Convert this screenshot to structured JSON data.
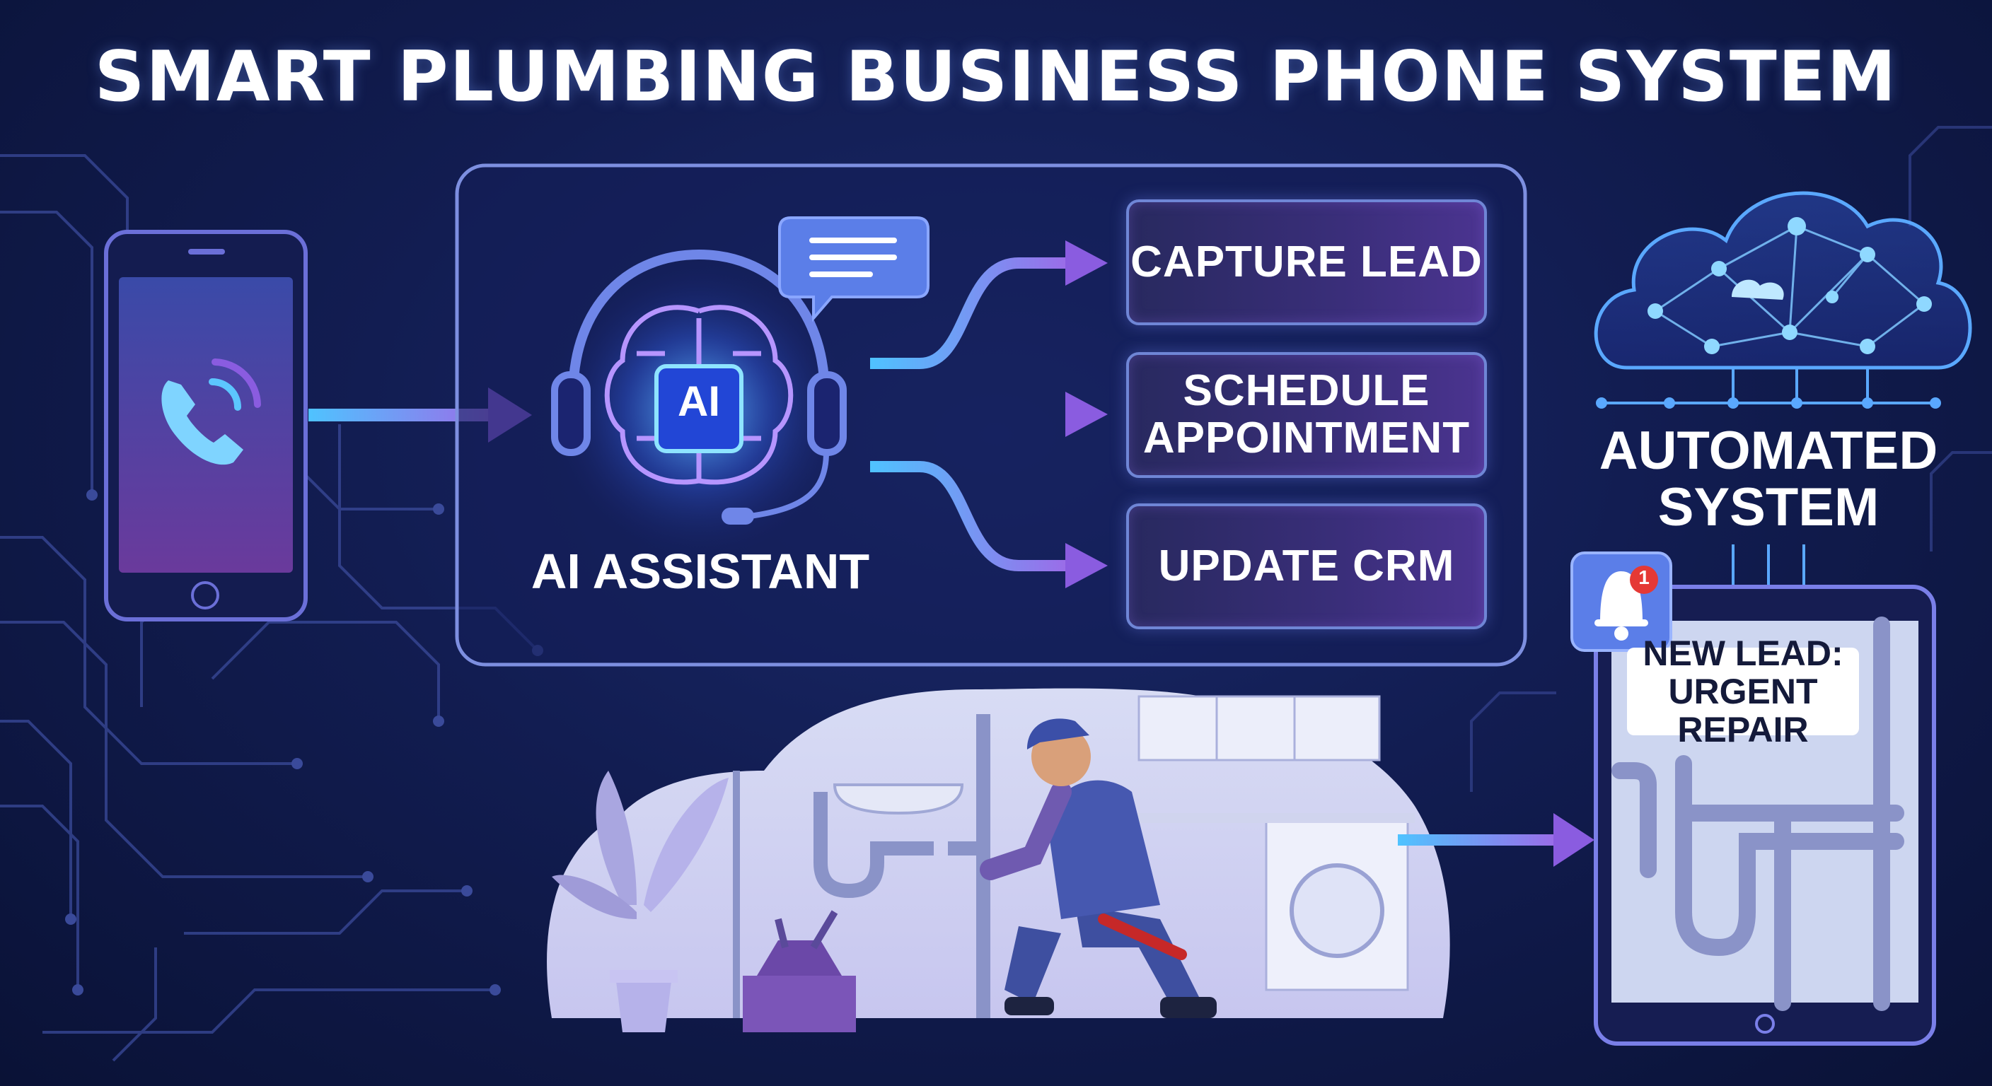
{
  "title": "SMART PLUMBING BUSINESS PHONE SYSTEM",
  "ai_assistant": {
    "chip_text": "AI",
    "label": "AI ASSISTANT"
  },
  "actions": [
    {
      "label": "CAPTURE LEAD"
    },
    {
      "label_line1": "SCHEDULE",
      "label_line2": "APPOINTMENT"
    },
    {
      "label": "UPDATE CRM"
    }
  ],
  "automated_system": {
    "line1": "AUTOMATED",
    "line2": "SYSTEM"
  },
  "notification": {
    "badge_count": "1",
    "line1": "NEW LEAD:",
    "line2": "URGENT REPAIR"
  },
  "colors": {
    "background": "#121d52",
    "accent_cyan": "#4fc3ff",
    "accent_purple": "#8a5ce0",
    "box_border": "#6f86d6",
    "badge_red": "#e53935"
  }
}
